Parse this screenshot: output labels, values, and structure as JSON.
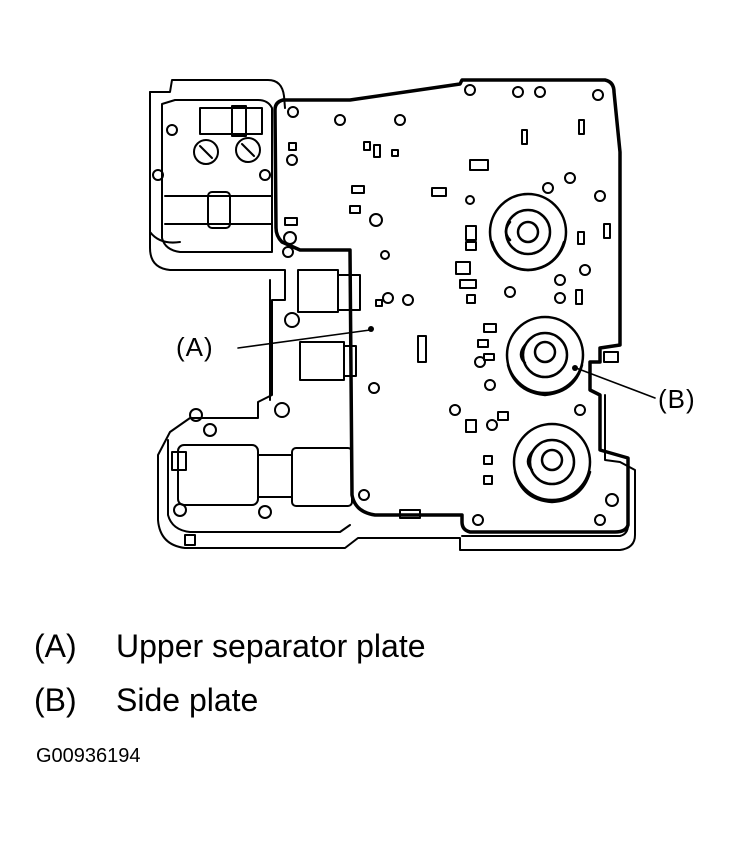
{
  "callouts": {
    "a": "(A)",
    "b": "(B)"
  },
  "legend": [
    {
      "key": "(A)",
      "text": "Upper separator plate"
    },
    {
      "key": "(B)",
      "text": "Side plate"
    }
  ],
  "figure_id": "G00936194"
}
